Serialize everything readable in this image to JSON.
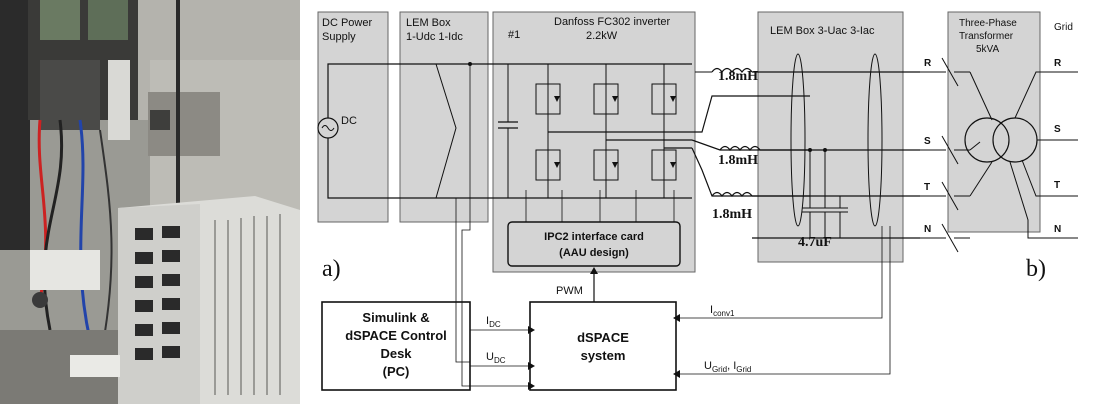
{
  "panel_labels": {
    "a": "a)",
    "b": "b)"
  },
  "dc_supply": {
    "title_line1": "DC Power",
    "title_line2": "Supply",
    "source_label": "DC"
  },
  "lem_box_dc": {
    "title_line1": "LEM Box",
    "title_line2": "1-Udc 1-Idc"
  },
  "inverter": {
    "index": "#1",
    "title_line1": "Danfoss FC302 inverter",
    "title_line2": "2.2kW"
  },
  "ipc_card": {
    "line1": "IPC2 interface card",
    "line2": "(AAU design)"
  },
  "inductors": [
    "1.8mH",
    "1.8mH",
    "1.8mH"
  ],
  "lem_box_ac": {
    "title": "LEM Box 3-Uac 3-Iac",
    "capacitor_label": "4.7uF"
  },
  "phases": [
    "R",
    "S",
    "T",
    "N"
  ],
  "transformer": {
    "title_line1": "Three-Phase",
    "title_line2": "Transformer",
    "title_line3": "5kVA"
  },
  "grid": {
    "label": "Grid",
    "phases": [
      "R",
      "S",
      "T",
      "N"
    ]
  },
  "pc_box": {
    "line1": "Simulink &",
    "line2": "dSPACE Control",
    "line3": "Desk",
    "line4": "(PC)"
  },
  "dspace_box": {
    "line1": "dSPACE",
    "line2": "system"
  },
  "signals": {
    "pwm": "PWM",
    "idc_main": "I",
    "idc_sub": "DC",
    "udc_main": "U",
    "udc_sub": "DC",
    "iconv_main": "I",
    "iconv_sub": "conv1",
    "ugrid_main": "U",
    "ugrid_sub": "Grid",
    "igrid_main": "I",
    "igrid_sub": "Grid"
  }
}
